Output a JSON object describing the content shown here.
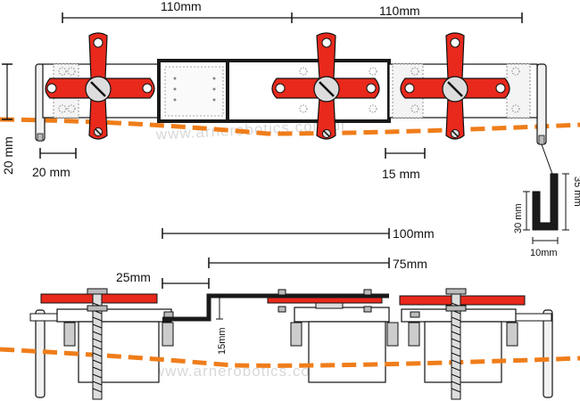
{
  "top_view": {
    "dims": {
      "span_left": "110mm",
      "span_right": "110mm",
      "height": "20 mm",
      "offset_left": "20 mm",
      "offset_right": "15 mm"
    },
    "watermark": "www.arnerobotics.com.br"
  },
  "profile": {
    "width": "10mm",
    "height_outer": "35 mm",
    "height_inner": "30 mm"
  },
  "side_view": {
    "dims": {
      "overall": "100mm",
      "bracket_span": "75mm",
      "step_length": "25mm",
      "step_height": "15mm"
    },
    "watermark": "www.arnerobotics.com.br"
  },
  "colors": {
    "horn_red": "#e8291c",
    "ground_orange": "#ef7d1a",
    "servo_body": "#ffffff",
    "outline": "#111111",
    "bracket": "#1a1a1a"
  }
}
